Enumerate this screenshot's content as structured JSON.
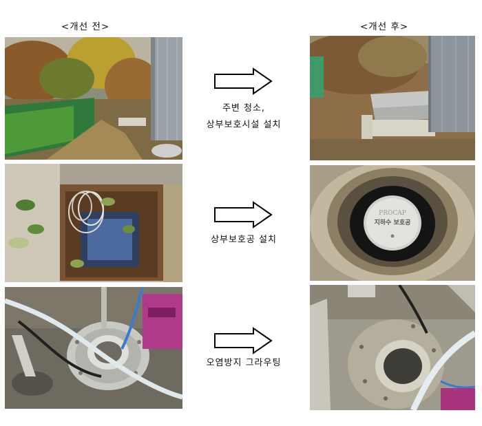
{
  "headings": {
    "before": "<개선 전>",
    "after": "<개선 후>"
  },
  "rows": [
    {
      "caption_line1": "주변 청소,",
      "caption_line2": "상부보호시설 설치"
    },
    {
      "caption_line1": "상부보호공 설치"
    },
    {
      "caption_line1": "오염방지 그라우팅"
    }
  ],
  "plate": {
    "brand": "PROCAP",
    "label": "지하수 보호공"
  },
  "colors": {
    "arrow_outline": "#000000",
    "arrow_fill": "#ffffff"
  }
}
